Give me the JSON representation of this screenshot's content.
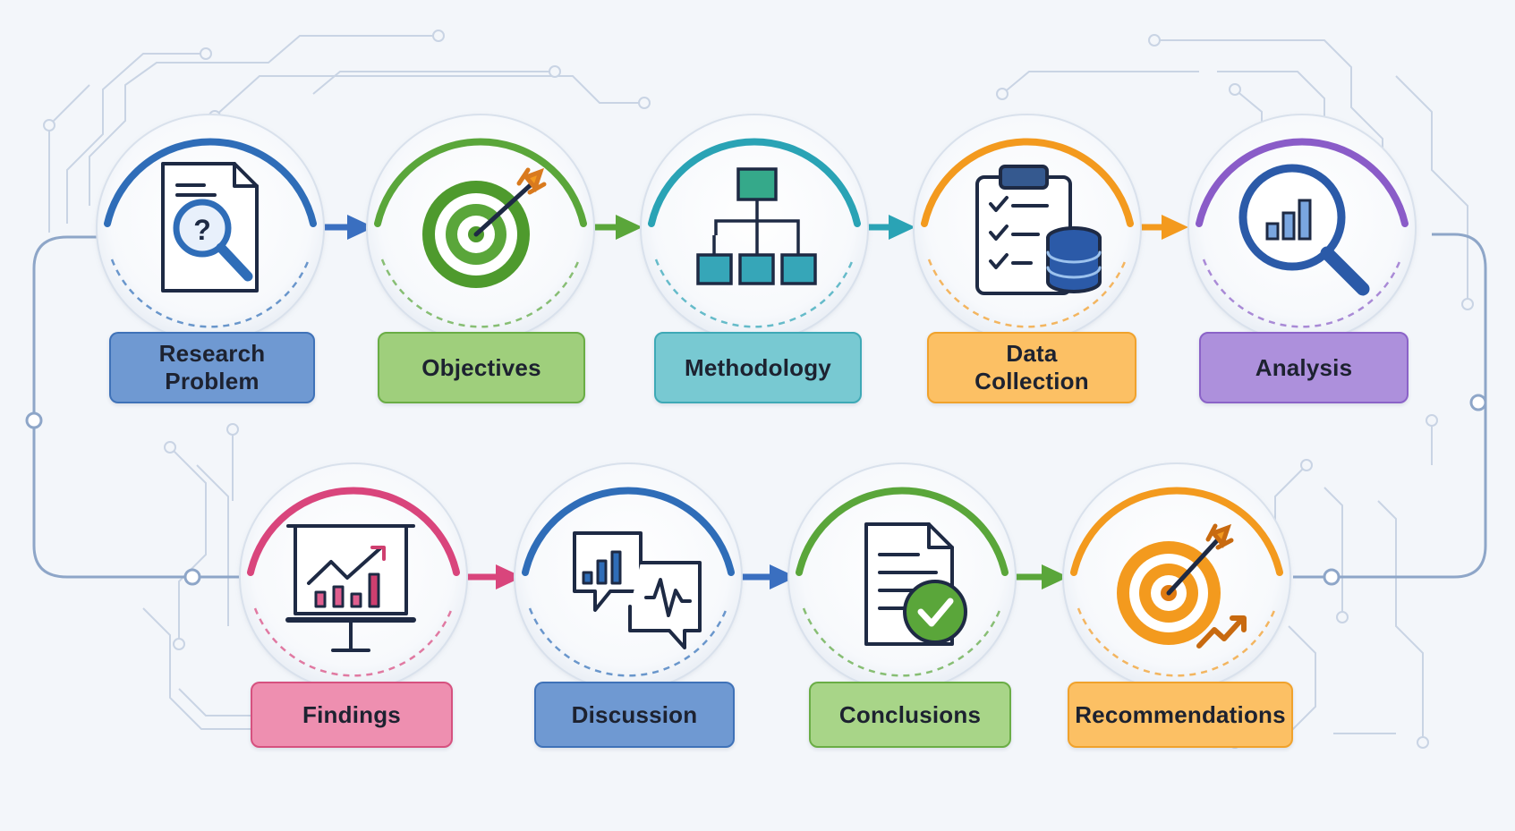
{
  "colors": {
    "background": "#f3f6fa",
    "circuit": "#c7d3e4",
    "connector": "#8ea6c8",
    "blue": "#2f6db8",
    "green": "#5aa63a",
    "teal": "#2aa3b5",
    "orange": "#f39a1e",
    "purple": "#8a5cc8",
    "pink": "#d9457c"
  },
  "flow": "Research Problem → Objectives → Methodology → Data Collection → Analysis → Findings → Discussion → Conclusions → Recommendations",
  "stages": [
    {
      "id": "research-problem",
      "label": "Research\nProblem",
      "icon": "document-question-magnifier-icon",
      "color": "blue",
      "fill": "#6f99d2",
      "border": "#3f72b8"
    },
    {
      "id": "objectives",
      "label": "Objectives",
      "icon": "target-arrow-icon",
      "color": "green",
      "fill": "#9fcf7c",
      "border": "#6aad45"
    },
    {
      "id": "methodology",
      "label": "Methodology",
      "icon": "hierarchy-chart-icon",
      "color": "teal",
      "fill": "#78c9d2",
      "border": "#3ea9b6"
    },
    {
      "id": "data-collection",
      "label": "Data\nCollection",
      "icon": "clipboard-database-icon",
      "color": "orange",
      "fill": "#fcc064",
      "border": "#f0a22c"
    },
    {
      "id": "analysis",
      "label": "Analysis",
      "icon": "magnifier-bar-chart-icon",
      "color": "purple",
      "fill": "#ad90dc",
      "border": "#8b63c8"
    },
    {
      "id": "findings",
      "label": "Findings",
      "icon": "presentation-chart-icon",
      "color": "pink",
      "fill": "#ee8fb0",
      "border": "#d6517f"
    },
    {
      "id": "discussion",
      "label": "Discussion",
      "icon": "chat-bubbles-chart-icon",
      "color": "blue",
      "fill": "#6f99d2",
      "border": "#3f72b8"
    },
    {
      "id": "conclusions",
      "label": "Conclusions",
      "icon": "document-checkmark-icon",
      "color": "green",
      "fill": "#a8d588",
      "border": "#6aad45"
    },
    {
      "id": "recommendations",
      "label": "Recommendations",
      "icon": "target-trend-arrow-icon",
      "color": "orange",
      "fill": "#fcc064",
      "border": "#f0a22c"
    }
  ]
}
